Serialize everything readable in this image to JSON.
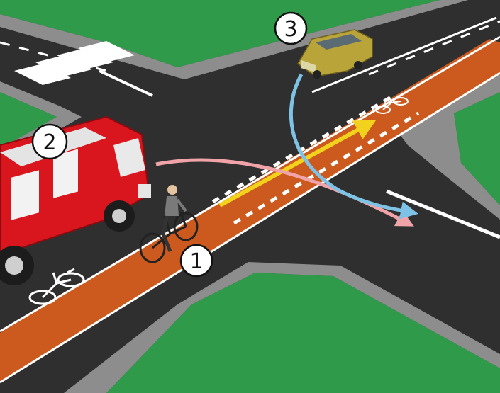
{
  "markers": [
    {
      "id": "cyclist",
      "label": "1"
    },
    {
      "id": "fire-truck",
      "label": "2"
    },
    {
      "id": "car",
      "label": "3"
    }
  ],
  "colors": {
    "grass": "#2e9a4a",
    "road": "#2f2f2f",
    "sidewalk": "#8d8d8d",
    "bike_lane": "#cc5a1f",
    "lane_marking": "#ffffff",
    "fire_truck": "#d9151e",
    "car": "#b9a43a",
    "arrow_cyclist": "#f2d21c",
    "arrow_truck": "#f0a3a8",
    "arrow_car": "#7ec3e6"
  },
  "icons": [
    "bicycle-lane-icon",
    "bicycle-lane-icon",
    "bicycle-lane-icon"
  ]
}
